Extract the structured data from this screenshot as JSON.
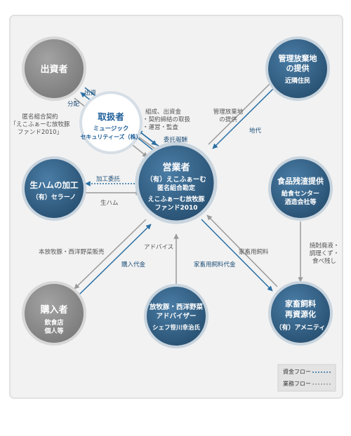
{
  "colors": {
    "money": "#2a6fa3",
    "business": "#9a9a9a",
    "node_blue": "#2f5d82",
    "node_gray": "#8a8a8a",
    "handler_fill": "#ffffff",
    "handler_text": "#1e5f99",
    "panel_bg": "#f2f2f2"
  },
  "nodes": {
    "investor": {
      "lines": [
        "出資者"
      ]
    },
    "handler": {
      "lines": [
        "取扱者",
        "ミュージック",
        "セキュリティーズ（株）"
      ]
    },
    "operator": {
      "lines": [
        "営業者",
        "（有）えこふぁーむ",
        "匿名組合勘定",
        "えこふぁーむ放牧豚",
        "ファンド2010"
      ]
    },
    "land": {
      "lines": [
        "管理放棄地",
        "の提供",
        "近隣住民"
      ]
    },
    "ham": {
      "lines": [
        "生ハムの加工",
        "（有）セラーノ"
      ]
    },
    "food": {
      "lines": [
        "食品残渣提供",
        "給食センター",
        "酒造会社等"
      ]
    },
    "buyer": {
      "lines": [
        "購入者",
        "飲食店",
        "個人等"
      ]
    },
    "advisor": {
      "lines": [
        "放牧豚・西洋野菜",
        "アドバイザー",
        "シェフ笹川幸治氏"
      ]
    },
    "feed": {
      "lines": [
        "家畜飼料",
        "再資源化",
        "（有）アメニティ"
      ]
    }
  },
  "labels": {
    "shussi": "出資",
    "bunpai": "分配",
    "tokumei": [
      "匿名組合契約",
      "「えこふぁーむ放牧豚",
      "ファンド2010」"
    ],
    "kumiai": [
      "組成、出資金",
      "・契約締結の取扱",
      "・運営・監査"
    ],
    "itaku_housyu": "委託報酬",
    "kanri_teikyo": [
      "管理放棄地",
      "の提供"
    ],
    "chidai": "地代",
    "kakou_itaku": "加工委託",
    "nama_ham": "生ハム",
    "houboku_hanbai": "本放牧豚・西洋野菜販売",
    "kounyu_daikin": "購入代金",
    "advice": "アドバイス",
    "kachiku_shiryo": "家畜用飼料",
    "kachiku_shiryo_daikin": "家畜用飼料代金",
    "shochu": [
      "焼酎廃液・",
      "調理くず・",
      "食べ残し"
    ]
  },
  "legend": {
    "money_flow": "資金フロー",
    "business_flow": "業務フロー"
  }
}
